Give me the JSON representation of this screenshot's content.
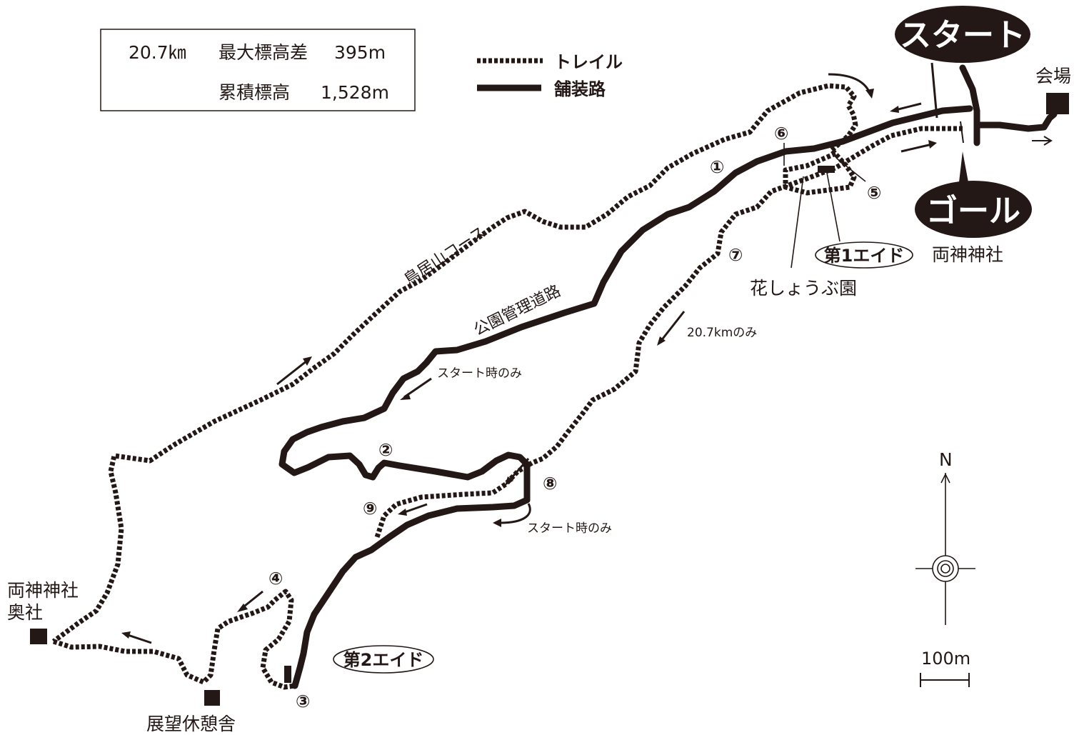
{
  "info_box": {
    "line1_distance": "20.7㎞",
    "line1_label": "最大標高差",
    "line1_value": "395m",
    "line2_label": "累積標高",
    "line2_value": "1,528m"
  },
  "legend": {
    "trail_label": "トレイル",
    "road_label": "舗装路"
  },
  "labels": {
    "start": "スタート",
    "goal": "ゴール",
    "venue": "会場",
    "shrine": "両神神社",
    "okusha_line1": "両神神社",
    "okusha_line2": "奥社",
    "observation": "展望休憩舎",
    "garden": "花しょうぶ園",
    "aid1": "第1エイド",
    "aid2": "第2エイド",
    "course_toriiyama": "鳥居山コース",
    "road_park": "公園管理道路",
    "start_only_1": "スタート時のみ",
    "start_only_2": "スタート時のみ",
    "only_207": "20.7kmのみ",
    "north": "N",
    "scale": "100m"
  },
  "checkpoints": [
    "①",
    "②",
    "③",
    "④",
    "⑤",
    "⑥",
    "⑦",
    "⑧",
    "⑨"
  ],
  "colors": {
    "ink": "#231815",
    "background": "#ffffff"
  }
}
